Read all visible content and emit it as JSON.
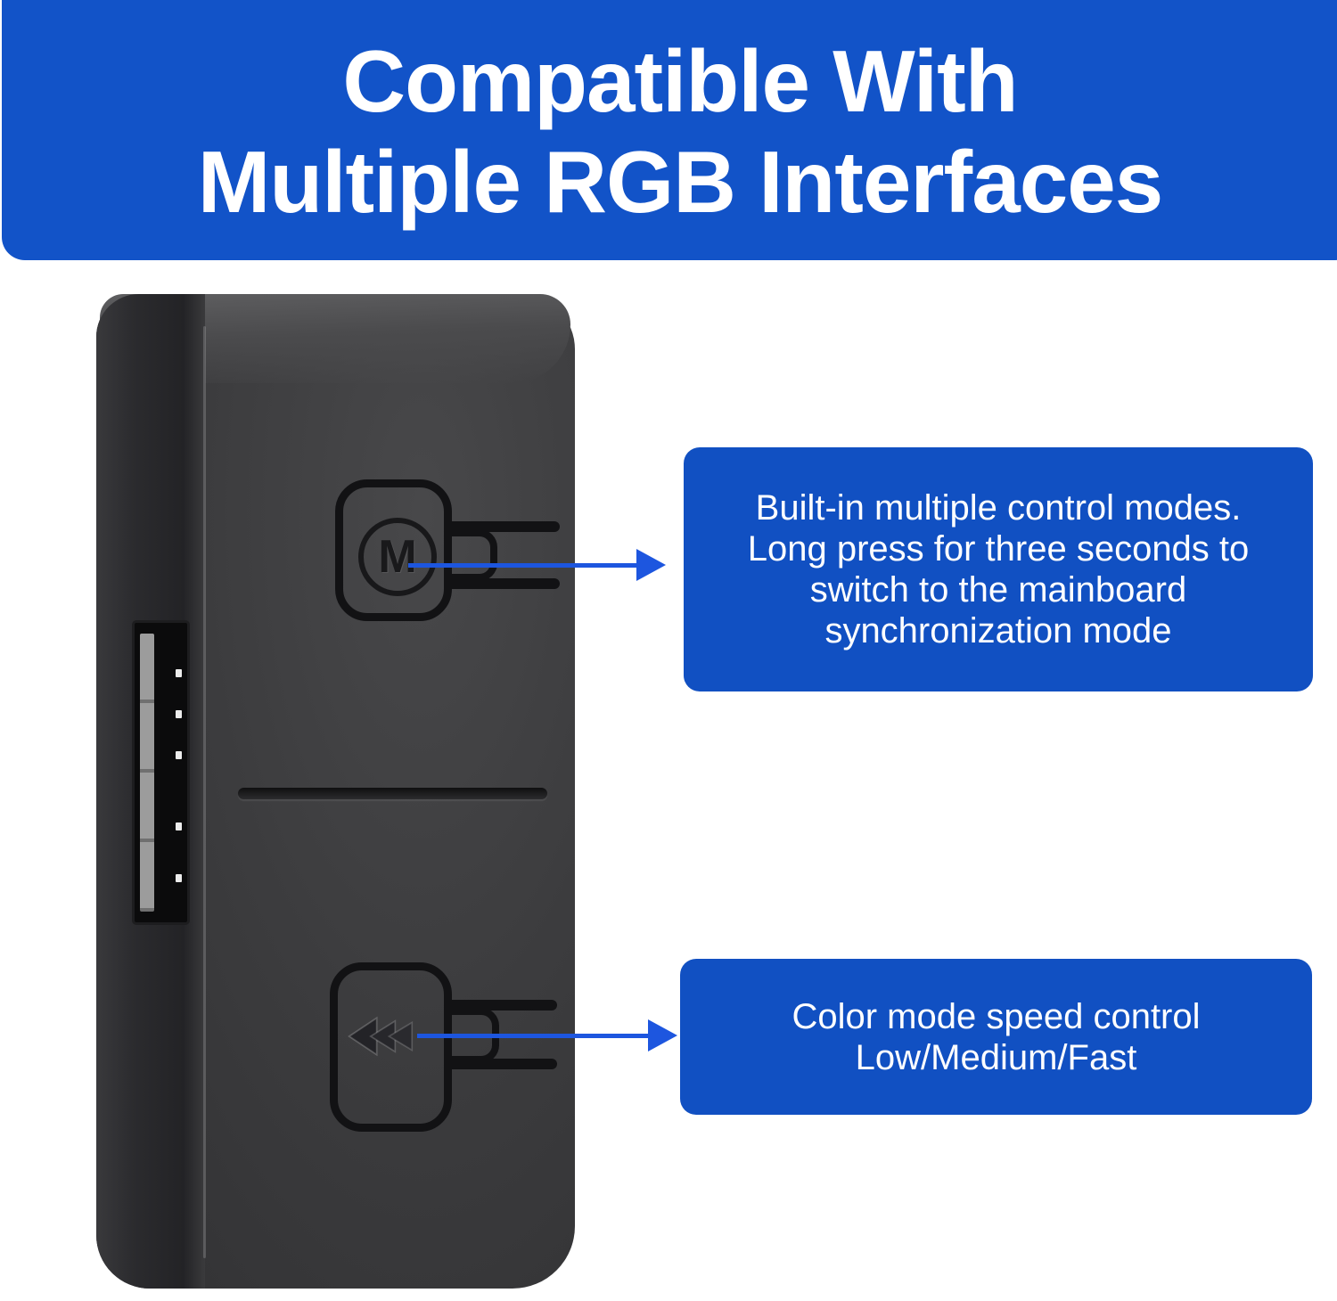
{
  "banner": {
    "title_line1": "Compatible With",
    "title_line2": "Multiple RGB Interfaces"
  },
  "device": {
    "description": "black RGB controller box",
    "mode_button_label": "M",
    "speed_button_icon": "triple-left-chevron",
    "side_port_icon": "argb-header-port"
  },
  "callouts": {
    "mode": {
      "lines": [
        "Built-in multiple control modes.",
        "Long press for three seconds to",
        "switch to the mainboard",
        "synchronization mode"
      ]
    },
    "speed": {
      "lines": [
        "Color mode speed control",
        "Low/Medium/Fast"
      ]
    }
  },
  "colors": {
    "banner_blue": "#1253c8",
    "callout_blue": "#1150c2",
    "arrow_blue": "#1d56df",
    "text_white": "#ffffff",
    "device_body": "#3a3a3c"
  }
}
